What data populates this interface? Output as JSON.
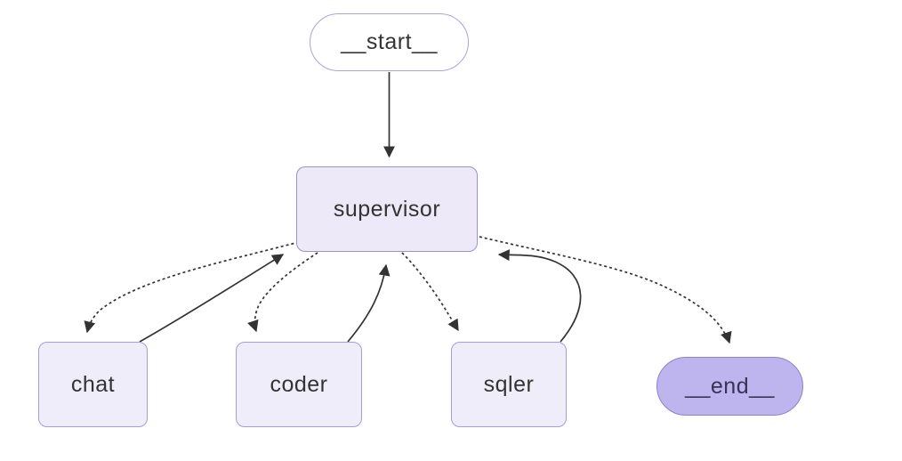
{
  "diagram": {
    "background": "#ffffff",
    "edge_color": "#333333",
    "nodes": [
      {
        "id": "__start__",
        "label": "__start__",
        "shape": "stadium",
        "fill": "#ffffff",
        "stroke": "#ACA0DC",
        "text_color": "#333333"
      },
      {
        "id": "supervisor",
        "label": "supervisor",
        "shape": "rect",
        "fill": "#EDE9F8",
        "stroke": "#9C8FD0",
        "text_color": "#333333"
      },
      {
        "id": "chat",
        "label": "chat",
        "shape": "rect",
        "fill": "#F0EDFA",
        "stroke": "#A89BD8",
        "text_color": "#333333"
      },
      {
        "id": "coder",
        "label": "coder",
        "shape": "rect",
        "fill": "#F0EDFA",
        "stroke": "#A89BD8",
        "text_color": "#333333"
      },
      {
        "id": "sqler",
        "label": "sqler",
        "shape": "rect",
        "fill": "#F0EDFA",
        "stroke": "#A89BD8",
        "text_color": "#333333"
      },
      {
        "id": "__end__",
        "label": "__end__",
        "shape": "stadium",
        "fill": "#BEB4EE",
        "stroke": "#8F80D0",
        "text_color": "#383358"
      }
    ],
    "edges": [
      {
        "from": "__start__",
        "to": "supervisor",
        "line": "solid"
      },
      {
        "from": "supervisor",
        "to": "chat",
        "line": "dotted"
      },
      {
        "from": "chat",
        "to": "supervisor",
        "line": "solid"
      },
      {
        "from": "supervisor",
        "to": "coder",
        "line": "dotted"
      },
      {
        "from": "coder",
        "to": "supervisor",
        "line": "solid"
      },
      {
        "from": "supervisor",
        "to": "sqler",
        "line": "dotted"
      },
      {
        "from": "sqler",
        "to": "supervisor",
        "line": "solid"
      },
      {
        "from": "supervisor",
        "to": "__end__",
        "line": "dotted"
      }
    ]
  }
}
